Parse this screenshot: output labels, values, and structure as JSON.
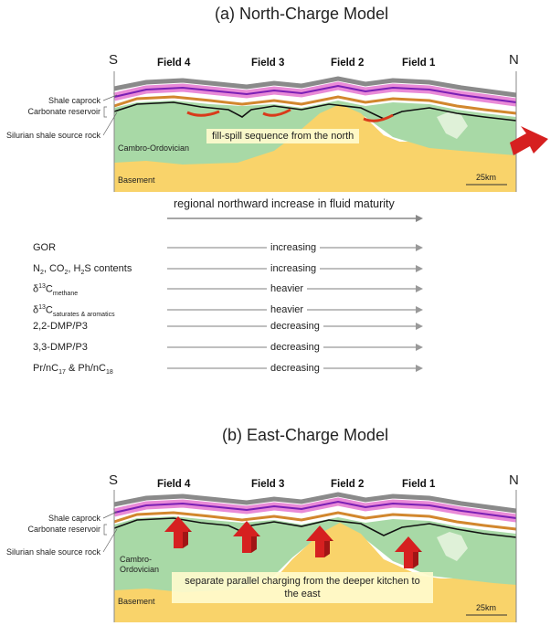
{
  "panel_a": {
    "title": "(a) North-Charge Model",
    "south": "S",
    "north": "N",
    "fields": [
      "Field 4",
      "Field 3",
      "Field 2",
      "Field 1"
    ],
    "layers": {
      "caprock": "Shale caprock",
      "reservoir": "Carbonate reservoir",
      "source": "Silurian shale source rock"
    },
    "cambro": "Cambro-Ordovician",
    "basement": "Basement",
    "scale": "25km",
    "note": "fill-spill sequence from the north",
    "regional": "regional northward increase in fluid maturity",
    "trends": [
      {
        "label_html": "GOR",
        "trend": "increasing"
      },
      {
        "label_html": "N<sub>2</sub>, CO<sub>2</sub>, H<sub>2</sub>S contents",
        "trend": "increasing"
      },
      {
        "label_html": "δ<sup>13</sup>C<sub>methane</sub>",
        "trend": "heavier"
      },
      {
        "label_html": "δ<sup>13</sup>C<sub>saturates &amp; aromatics</sub>",
        "trend": "heavier"
      },
      {
        "label_html": "2,2-DMP/P3",
        "trend": "decreasing"
      },
      {
        "label_html": "3,3-DMP/P3",
        "trend": "decreasing"
      },
      {
        "label_html": "Pr/nC<sub>17</sub> &amp; Ph/nC<sub>18</sub>",
        "trend": "decreasing"
      }
    ]
  },
  "panel_b": {
    "title": "(b) East-Charge Model",
    "south": "S",
    "north": "N",
    "fields": [
      "Field 4",
      "Field 3",
      "Field 2",
      "Field 1"
    ],
    "layers": {
      "caprock": "Shale caprock",
      "reservoir": "Carbonate reservoir",
      "source": "Silurian shale source rock"
    },
    "cambro": "Cambro-\nOrdovician",
    "basement": "Basement",
    "scale": "25km",
    "note": "separate parallel charging from the deeper kitchen to the east"
  },
  "colors": {
    "caprock": "#8a8a8a",
    "pink": "#e98ad7",
    "purple": "#7a1fb5",
    "green": "#a8d9a6",
    "yellow": "#f9d36a",
    "red_arrow": "#d62020",
    "oil": "#d93a1a"
  }
}
